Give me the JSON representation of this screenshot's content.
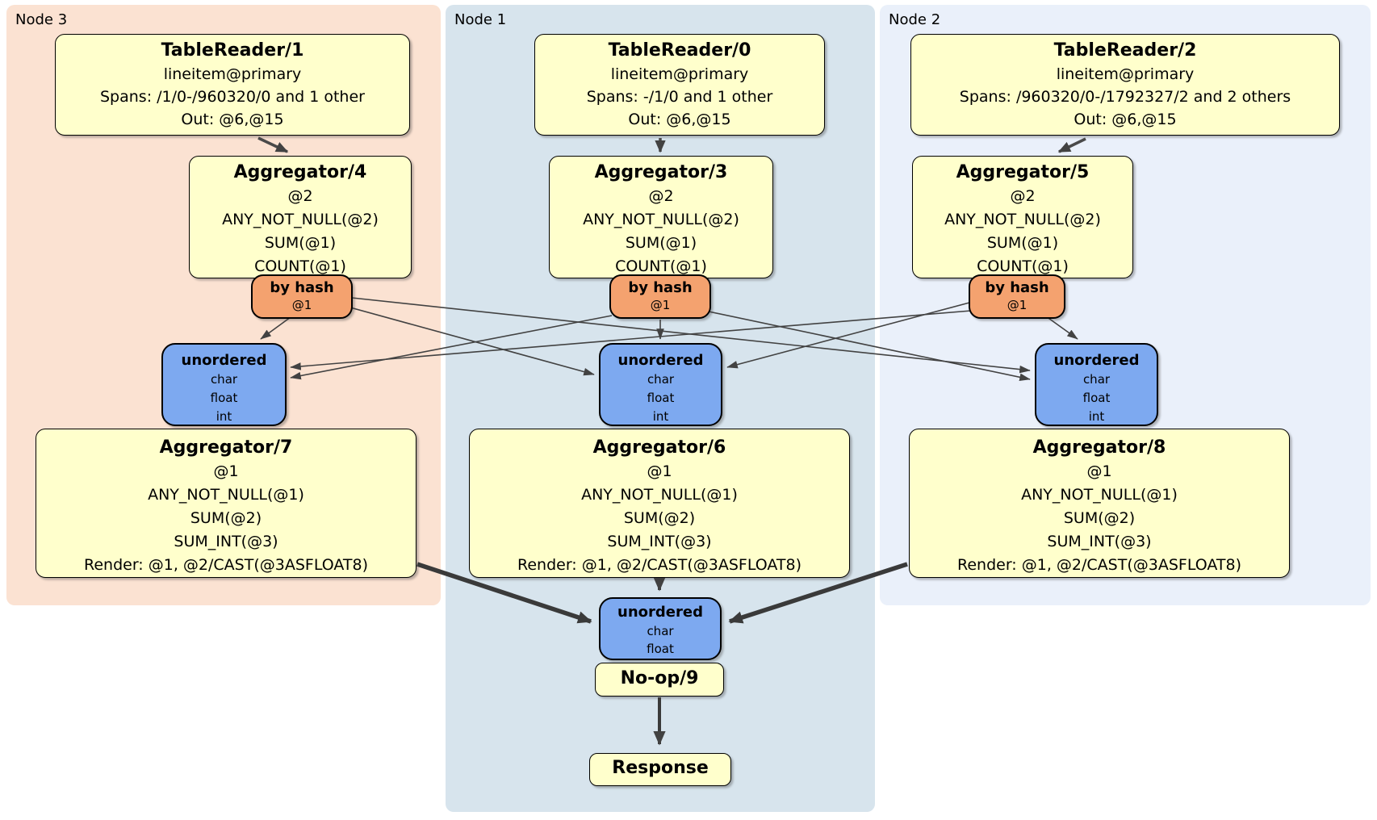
{
  "regions": [
    {
      "label": "Node 3"
    },
    {
      "label": "Node 1"
    },
    {
      "label": "Node 2"
    }
  ],
  "processors": {
    "tablereader1": {
      "title": "TableReader/1",
      "lines": [
        "lineitem@primary",
        "Spans: /1/0-/960320/0 and 1 other",
        "Out: @6,@15"
      ]
    },
    "tablereader0": {
      "title": "TableReader/0",
      "lines": [
        "lineitem@primary",
        "Spans: -/1/0 and 1 other",
        "Out: @6,@15"
      ]
    },
    "tablereader2": {
      "title": "TableReader/2",
      "lines": [
        "lineitem@primary",
        "Spans: /960320/0-/1792327/2 and 2 others",
        "Out: @6,@15"
      ]
    },
    "aggregator4": {
      "title": "Aggregator/4",
      "lines": [
        "@2",
        "ANY_NOT_NULL(@2)",
        "SUM(@1)",
        "COUNT(@1)"
      ]
    },
    "aggregator3": {
      "title": "Aggregator/3",
      "lines": [
        "@2",
        "ANY_NOT_NULL(@2)",
        "SUM(@1)",
        "COUNT(@1)"
      ]
    },
    "aggregator5": {
      "title": "Aggregator/5",
      "lines": [
        "@2",
        "ANY_NOT_NULL(@2)",
        "SUM(@1)",
        "COUNT(@1)"
      ]
    },
    "aggregator7": {
      "title": "Aggregator/7",
      "lines": [
        "@1",
        "ANY_NOT_NULL(@1)",
        "SUM(@2)",
        "SUM_INT(@3)",
        "Render: @1, @2/CAST(@3ASFLOAT8)"
      ]
    },
    "aggregator6": {
      "title": "Aggregator/6",
      "lines": [
        "@1",
        "ANY_NOT_NULL(@1)",
        "SUM(@2)",
        "SUM_INT(@3)",
        "Render: @1, @2/CAST(@3ASFLOAT8)"
      ]
    },
    "aggregator8": {
      "title": "Aggregator/8",
      "lines": [
        "@1",
        "ANY_NOT_NULL(@1)",
        "SUM(@2)",
        "SUM_INT(@3)",
        "Render: @1, @2/CAST(@3ASFLOAT8)"
      ]
    },
    "noop": {
      "title": "No-op/9"
    },
    "response": {
      "title": "Response"
    }
  },
  "routers": {
    "hash3": {
      "title": "by hash",
      "lines": [
        "@1"
      ]
    },
    "hash1": {
      "title": "by hash",
      "lines": [
        "@1"
      ]
    },
    "hash2": {
      "title": "by hash",
      "lines": [
        "@1"
      ]
    }
  },
  "syncs": {
    "unordered3": {
      "title": "unordered",
      "lines": [
        "char",
        "float",
        "int"
      ]
    },
    "unordered1": {
      "title": "unordered",
      "lines": [
        "char",
        "float",
        "int"
      ]
    },
    "unordered2": {
      "title": "unordered",
      "lines": [
        "char",
        "float",
        "int"
      ]
    },
    "unordered_final": {
      "title": "unordered",
      "lines": [
        "char",
        "float"
      ]
    }
  },
  "colors": {
    "node3_bg": "#fbe2d2",
    "node1_bg": "#d7e4ed",
    "node2_bg": "#eaf0fa",
    "processor_bg": "#ffffcc",
    "router_bg": "#f4a26f",
    "sync_bg": "#7da9f0",
    "edge": "#424242",
    "border": "#000000"
  }
}
